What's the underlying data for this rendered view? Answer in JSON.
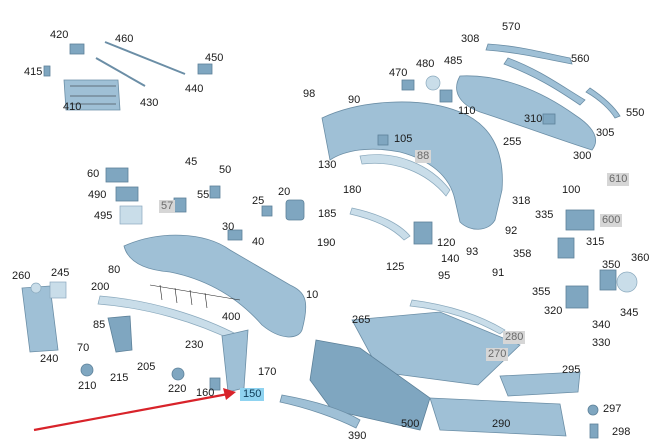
{
  "colors": {
    "part": "#9fc0d6",
    "part_dark": "#7fa6c0",
    "grey_label": "#d6d6d6",
    "highlight_label": "#8fd3f0",
    "arrow": "#d8232a"
  },
  "labels": [
    {
      "id": "420",
      "text": "420"
    },
    {
      "id": "460",
      "text": "460"
    },
    {
      "id": "415",
      "text": "415"
    },
    {
      "id": "450",
      "text": "450"
    },
    {
      "id": "410",
      "text": "410"
    },
    {
      "id": "430",
      "text": "430"
    },
    {
      "id": "440",
      "text": "440"
    },
    {
      "id": "308",
      "text": "308"
    },
    {
      "id": "570",
      "text": "570"
    },
    {
      "id": "470",
      "text": "470"
    },
    {
      "id": "480",
      "text": "480"
    },
    {
      "id": "485",
      "text": "485"
    },
    {
      "id": "560",
      "text": "560"
    },
    {
      "id": "98",
      "text": "98"
    },
    {
      "id": "90",
      "text": "90"
    },
    {
      "id": "110",
      "text": "110"
    },
    {
      "id": "550",
      "text": "550"
    },
    {
      "id": "310",
      "text": "310"
    },
    {
      "id": "305",
      "text": "305"
    },
    {
      "id": "105",
      "text": "105"
    },
    {
      "id": "88",
      "text": "88"
    },
    {
      "id": "255",
      "text": "255"
    },
    {
      "id": "130",
      "text": "130"
    },
    {
      "id": "300",
      "text": "300"
    },
    {
      "id": "60",
      "text": "60"
    },
    {
      "id": "45",
      "text": "45"
    },
    {
      "id": "50",
      "text": "50"
    },
    {
      "id": "610",
      "text": "610"
    },
    {
      "id": "180",
      "text": "180"
    },
    {
      "id": "100",
      "text": "100"
    },
    {
      "id": "490",
      "text": "490"
    },
    {
      "id": "55",
      "text": "55"
    },
    {
      "id": "57",
      "text": "57"
    },
    {
      "id": "495",
      "text": "495"
    },
    {
      "id": "25",
      "text": "25"
    },
    {
      "id": "20",
      "text": "20"
    },
    {
      "id": "318",
      "text": "318"
    },
    {
      "id": "185",
      "text": "185"
    },
    {
      "id": "335",
      "text": "335"
    },
    {
      "id": "600",
      "text": "600"
    },
    {
      "id": "30",
      "text": "30"
    },
    {
      "id": "40",
      "text": "40"
    },
    {
      "id": "92",
      "text": "92"
    },
    {
      "id": "190",
      "text": "190"
    },
    {
      "id": "120",
      "text": "120"
    },
    {
      "id": "315",
      "text": "315"
    },
    {
      "id": "93",
      "text": "93"
    },
    {
      "id": "358",
      "text": "358"
    },
    {
      "id": "140",
      "text": "140"
    },
    {
      "id": "360",
      "text": "360"
    },
    {
      "id": "125",
      "text": "125"
    },
    {
      "id": "80",
      "text": "80"
    },
    {
      "id": "91",
      "text": "91"
    },
    {
      "id": "350",
      "text": "350"
    },
    {
      "id": "260",
      "text": "260"
    },
    {
      "id": "245",
      "text": "245"
    },
    {
      "id": "95",
      "text": "95"
    },
    {
      "id": "200",
      "text": "200"
    },
    {
      "id": "10",
      "text": "10"
    },
    {
      "id": "355",
      "text": "355"
    },
    {
      "id": "320",
      "text": "320"
    },
    {
      "id": "345",
      "text": "345"
    },
    {
      "id": "400",
      "text": "400"
    },
    {
      "id": "265",
      "text": "265"
    },
    {
      "id": "340",
      "text": "340"
    },
    {
      "id": "85",
      "text": "85"
    },
    {
      "id": "240",
      "text": "240"
    },
    {
      "id": "280",
      "text": "280"
    },
    {
      "id": "330",
      "text": "330"
    },
    {
      "id": "70",
      "text": "70"
    },
    {
      "id": "230",
      "text": "230"
    },
    {
      "id": "270",
      "text": "270"
    },
    {
      "id": "205",
      "text": "205"
    },
    {
      "id": "215",
      "text": "215"
    },
    {
      "id": "170",
      "text": "170"
    },
    {
      "id": "210",
      "text": "210"
    },
    {
      "id": "220",
      "text": "220"
    },
    {
      "id": "295",
      "text": "295"
    },
    {
      "id": "160",
      "text": "160"
    },
    {
      "id": "150",
      "text": "150"
    },
    {
      "id": "297",
      "text": "297"
    },
    {
      "id": "500",
      "text": "500"
    },
    {
      "id": "290",
      "text": "290"
    },
    {
      "id": "390",
      "text": "390"
    },
    {
      "id": "298",
      "text": "298"
    }
  ]
}
